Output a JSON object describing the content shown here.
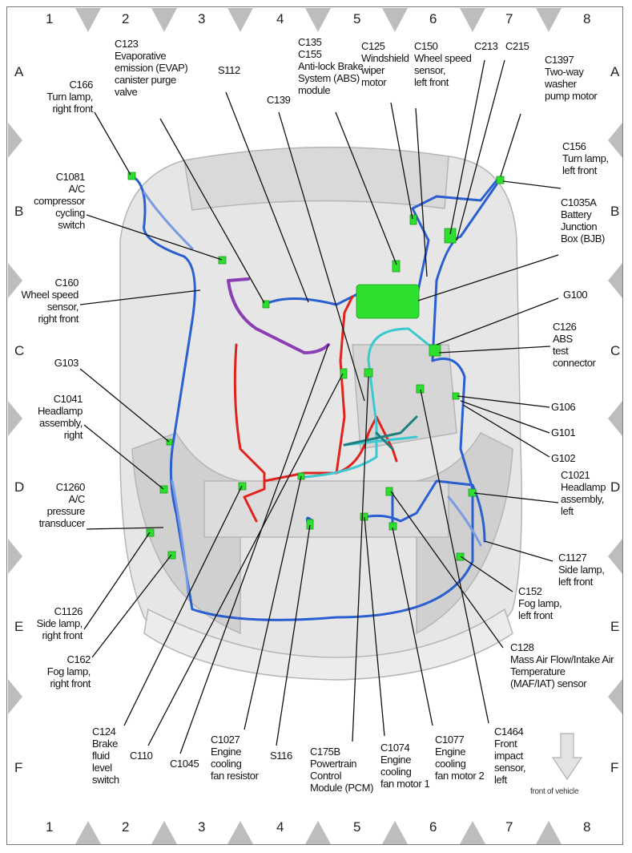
{
  "grid": {
    "columns": [
      "1",
      "2",
      "3",
      "4",
      "5",
      "6",
      "7",
      "8"
    ],
    "rows": [
      "A",
      "B",
      "C",
      "D",
      "E",
      "F"
    ]
  },
  "callouts": [
    {
      "text": "C166\nTurn lamp,\nright front"
    },
    {
      "text": "C123\nEvaporative\nemission (EVAP)\ncanister purge\nvalve"
    },
    {
      "text": "S112"
    },
    {
      "text": "C139"
    },
    {
      "text": "C135\nC155\nAnti-lock Brake\nSystem (ABS)\nmodule"
    },
    {
      "text": "C125\nWindshield\nwiper\nmotor"
    },
    {
      "text": "C150\nWheel speed\nsensor,\nleft front"
    },
    {
      "text": "C213"
    },
    {
      "text": "C215"
    },
    {
      "text": "C1397\nTwo-way\nwasher\npump motor"
    },
    {
      "text": "C156\nTurn lamp,\nleft front"
    },
    {
      "text": "C1035A\nBattery\nJunction\nBox (BJB)"
    },
    {
      "text": "G100"
    },
    {
      "text": "C126\nABS\ntest\nconnector"
    },
    {
      "text": "G106"
    },
    {
      "text": "G101"
    },
    {
      "text": "G102"
    },
    {
      "text": "C1021\nHeadlamp\nassembly,\nleft"
    },
    {
      "text": "C1127\nSide lamp,\nleft front"
    },
    {
      "text": "C152\nFog lamp,\nleft front"
    },
    {
      "text": "C128\nMass Air Flow/Intake Air\nTemperature\n(MAF/IAT) sensor"
    },
    {
      "text": "C1464\nFront\nimpact\nsensor,\nleft"
    },
    {
      "text": "C1077\nEngine\ncooling\nfan motor 2"
    },
    {
      "text": "C1074\nEngine\ncooling\nfan motor 1"
    },
    {
      "text": "C175B\nPowertrain\nControl\nModule (PCM)"
    },
    {
      "text": "S116"
    },
    {
      "text": "C1027\nEngine\ncooling\nfan resistor"
    },
    {
      "text": "C1045"
    },
    {
      "text": "C110"
    },
    {
      "text": "C124\nBrake\nfluid\nlevel\nswitch"
    },
    {
      "text": "C162\nFog lamp,\nright front"
    },
    {
      "text": "C1126\nSide lamp,\nright front"
    },
    {
      "text": "C1260\nA/C\npressure\ntransducer"
    },
    {
      "text": "C1041\nHeadlamp\nassembly,\nright"
    },
    {
      "text": "G103"
    },
    {
      "text": "C160\nWheel speed\nsensor,\nright front"
    },
    {
      "text": "C1081\nA/C\ncompressor\ncycling\nswitch"
    }
  ],
  "front_indicator": {
    "label": "front of vehicle",
    "icon": "down-arrow-icon"
  },
  "colors": {
    "wire_blue": "#2a5fcf",
    "wire_light_blue": "#7a9be0",
    "wire_red": "#e0231c",
    "wire_purple": "#8a3fb5",
    "wire_cyan": "#3cc8d0",
    "wire_teal": "#1f7f7f",
    "connector_green": "#2ee02e",
    "grid_marker": "#bdbdbd"
  }
}
